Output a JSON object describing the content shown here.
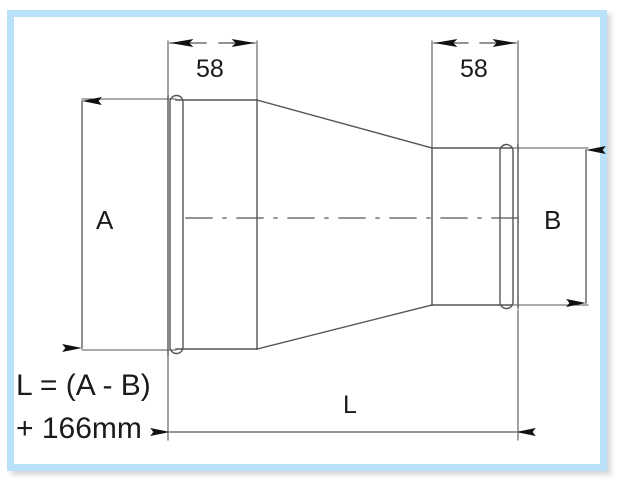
{
  "figure": {
    "type": "engineering-dimension-drawing",
    "subject": "concentric pipe reducer cross-section",
    "frame_color": "#b9e2fa",
    "line_color": "#555555",
    "text_color": "#1a1a1a",
    "background": "#ffffff"
  },
  "dimensions": {
    "socket_depth_left": {
      "label": "58",
      "units_implied": "mm",
      "orientation": "horizontal",
      "arrow_style": "outward"
    },
    "socket_depth_right": {
      "label": "58",
      "units_implied": "mm",
      "orientation": "horizontal",
      "arrow_style": "outward"
    },
    "large_end_diameter": {
      "label": "A",
      "orientation": "vertical",
      "arrow_style": "double"
    },
    "small_end_diameter": {
      "label": "B",
      "orientation": "vertical",
      "arrow_style": "double"
    },
    "overall_length": {
      "label": "L",
      "orientation": "horizontal",
      "arrow_style": "double"
    }
  },
  "notes": {
    "formula_line_1": "L = (A - B)",
    "formula_line_2": "+ 166mm"
  }
}
